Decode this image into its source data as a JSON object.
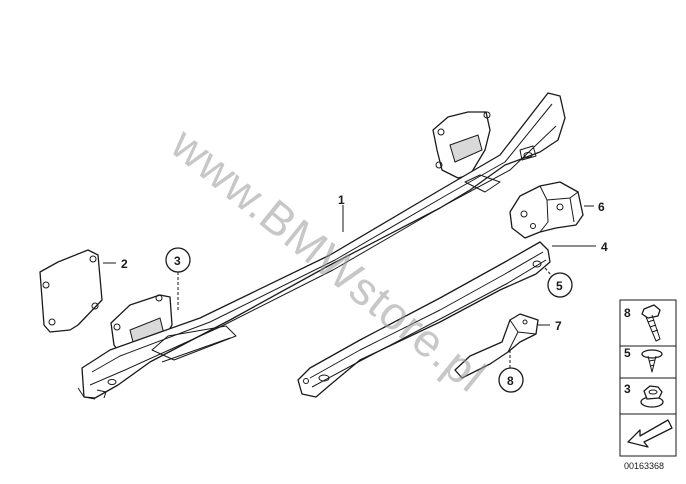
{
  "watermark": "www.BMWstore.pl",
  "callouts": {
    "p1": "1",
    "p2": "2",
    "p3": "3",
    "p4": "4",
    "p5": "5",
    "p6": "6",
    "p7": "7",
    "p8": "8"
  },
  "legend": {
    "item_8": "8",
    "item_5": "5",
    "item_3": "3"
  },
  "diagram_code": "00163368",
  "colors": {
    "line": "#1a1a1a",
    "watermark": "#9a9a9a",
    "background": "#ffffff"
  }
}
